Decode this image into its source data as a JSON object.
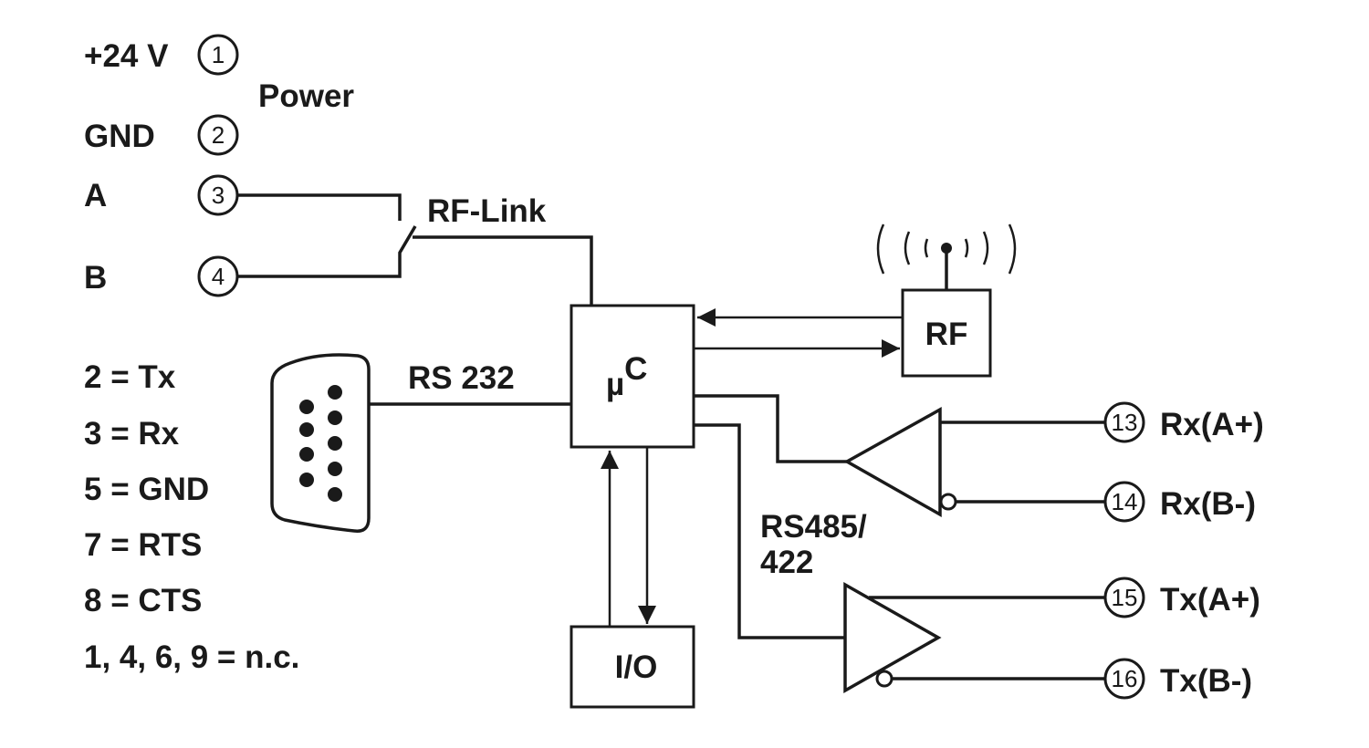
{
  "power": {
    "v24_label": "+24 V",
    "gnd_label": "GND",
    "group_label": "Power",
    "pin1": "1",
    "pin2": "2"
  },
  "rf_link": {
    "a_label": "A",
    "b_label": "B",
    "pin3": "3",
    "pin4": "4",
    "switch_label": "RF-Link"
  },
  "rs232": {
    "label": "RS 232",
    "pinout": [
      "2 = Tx",
      "3 = Rx",
      "5 = GND",
      "7 = RTS",
      "8 = CTS",
      "1, 4, 6, 9 = n.c."
    ]
  },
  "blocks": {
    "mcu_main": "µ",
    "mcu_sup": "C",
    "rf": "RF",
    "io": "I/O"
  },
  "rs485": {
    "label_line1": "RS485/",
    "label_line2": "422",
    "terminals": [
      {
        "num": "13",
        "label": "Rx(A+)"
      },
      {
        "num": "14",
        "label": "Rx(B-)"
      },
      {
        "num": "15",
        "label": "Tx(A+)"
      },
      {
        "num": "16",
        "label": "Tx(B-)"
      }
    ]
  },
  "colors": {
    "ink": "#1a1a1a",
    "background": "#ffffff"
  }
}
